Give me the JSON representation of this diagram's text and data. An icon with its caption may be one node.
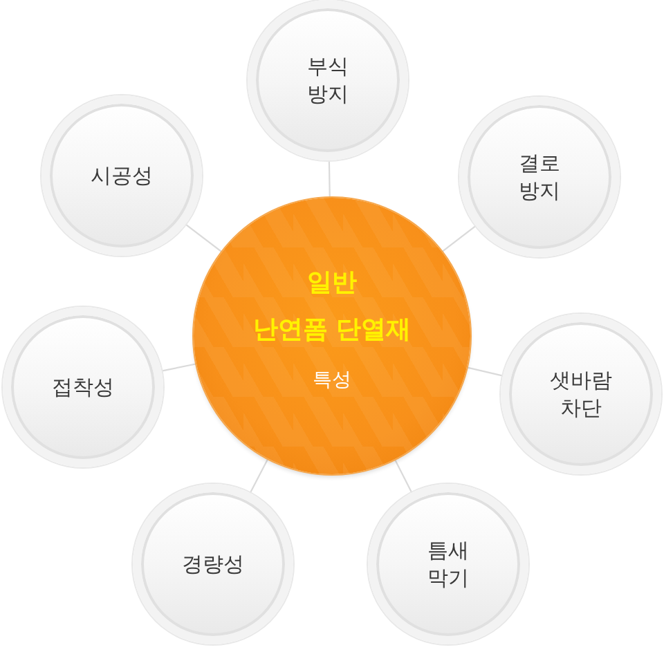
{
  "diagram": {
    "nodes": [
      {
        "text": [
          "일반 난연폼 단열재",
          "특성"
        ]
      },
      {
        "text": [
          "부식 방지"
        ]
      },
      {
        "text": [
          "결로 방지"
        ]
      },
      {
        "text": [
          "샛바람 차단"
        ]
      },
      {
        "text": [
          "틈새 막기"
        ]
      },
      {
        "text": [
          "경량성"
        ]
      },
      {
        "text": [
          "접착성"
        ]
      },
      {
        "text": [
          "시공성"
        ]
      }
    ],
    "edges": [
      {
        "from": 0,
        "to": 1,
        "arrow": "none"
      },
      {
        "from": 0,
        "to": 2,
        "arrow": "none"
      },
      {
        "from": 0,
        "to": 3,
        "arrow": "none"
      },
      {
        "from": 0,
        "to": 4,
        "arrow": "none"
      },
      {
        "from": 0,
        "to": 5,
        "arrow": "none"
      },
      {
        "from": 0,
        "to": 6,
        "arrow": "none"
      },
      {
        "from": 0,
        "to": 7,
        "arrow": "none"
      }
    ]
  }
}
